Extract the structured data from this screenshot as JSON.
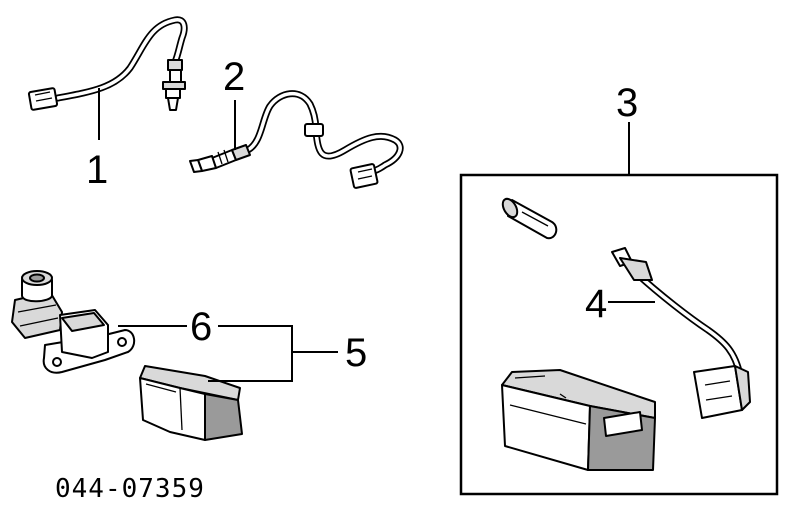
{
  "callouts": {
    "c1": "1",
    "c2": "2",
    "c3": "3",
    "c4": "4",
    "c5": "5",
    "c6": "6"
  },
  "diagram_code": "044-07359"
}
